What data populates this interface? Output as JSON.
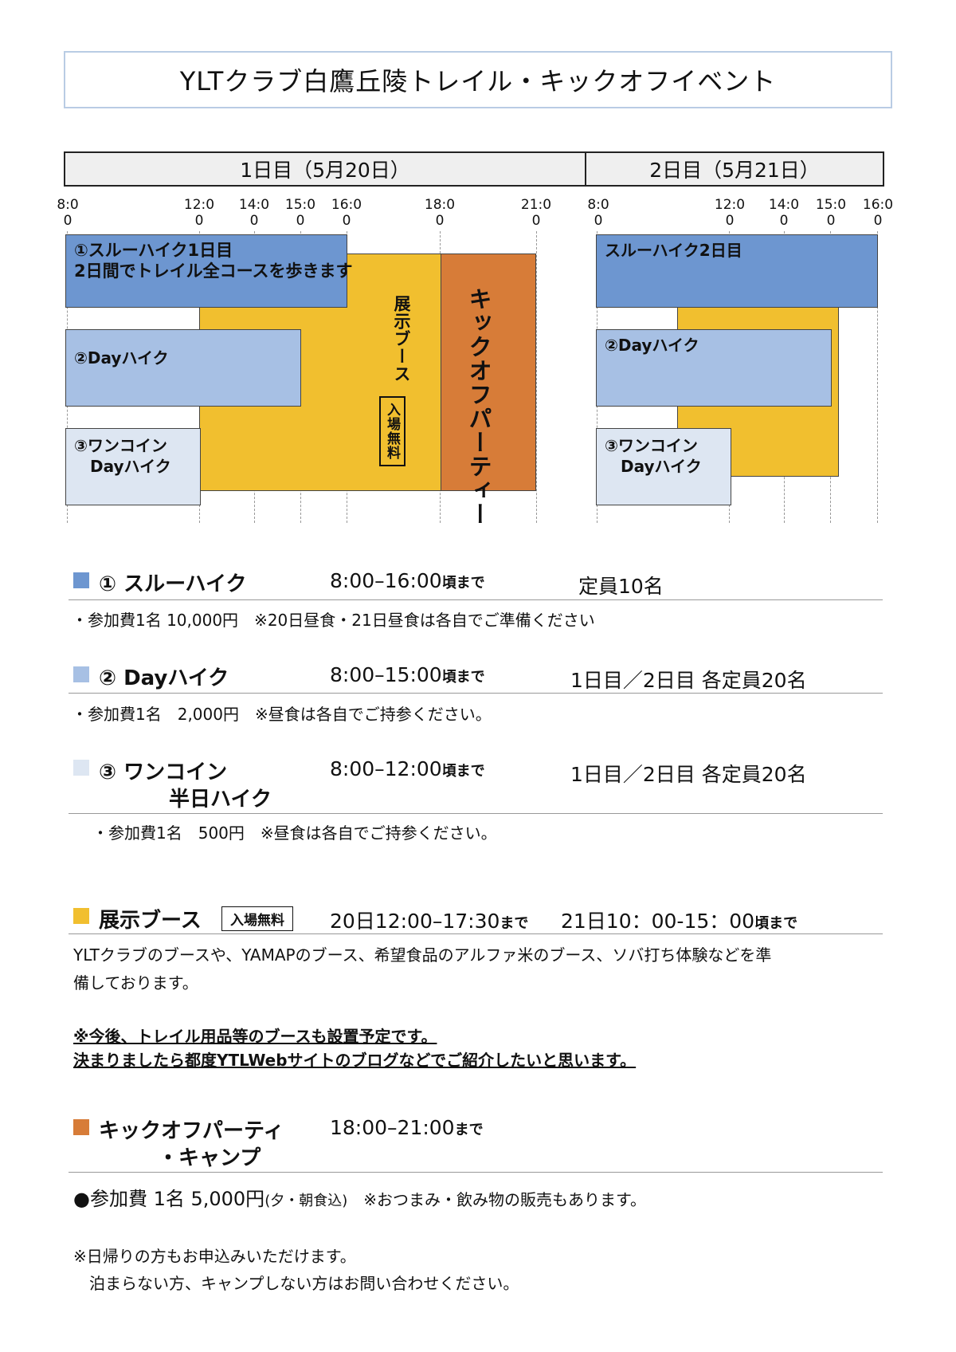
{
  "title": "YLTクラブ白鷹丘陵トレイル・キックオフイベント",
  "schedule": {
    "day1": {
      "header": "1日目（5月20日）",
      "ticks": [
        "8:0\n0",
        "12:0\n0",
        "14:0\n0",
        "15:0\n0",
        "16:0\n0",
        "18:0\n0",
        "21:0\n0"
      ],
      "blocks": {
        "through": "①スルーハイク1日目\n2日間でトレイル全コースを歩きます",
        "day": "②Dayハイク",
        "onecoin": "③ワンコイン\n　Dayハイク",
        "booth": "展示ブース",
        "booth_badge": "入場無料",
        "party": "キックオフパーティー"
      }
    },
    "day2": {
      "header": "2日目（5月21日）",
      "ticks": [
        "8:0\n0",
        "12:0\n0",
        "14:0\n0",
        "15:0\n0",
        "16:0\n0"
      ],
      "blocks": {
        "through": "スルーハイク2日目",
        "day": "②Dayハイク",
        "onecoin": "③ワンコイン\n　Dayハイク"
      }
    },
    "colors": {
      "through": "#6d96d0",
      "day": "#a7c0e4",
      "onecoin": "#dde6f2",
      "booth": "#f1bf2f",
      "party": "#d77c38"
    }
  },
  "sections": {
    "s1": {
      "title": "① スルーハイク",
      "time": "8:00–16:00",
      "time_suffix": "頃まで",
      "cap": "定員10名",
      "note": "・参加費1名 10,000円　※20日昼食・21日昼食は各自でご準備ください"
    },
    "s2": {
      "title": "② Dayハイク",
      "time": "8:00–15:00",
      "time_suffix": "頃まで",
      "cap": "1日目／2日目 各定員20名",
      "note": "・参加費1名　2,000円　※昼食は各自でご持参ください。"
    },
    "s3": {
      "title": "③ ワンコイン",
      "title2": "半日ハイク",
      "time": "8:00–12:00",
      "time_suffix": "頃まで",
      "cap": "1日目／2日目 各定員20名",
      "note": "・参加費1名　500円　※昼食は各自でご持参ください。"
    },
    "booth": {
      "title": "展示ブース",
      "badge": "入場無料",
      "time1": "20日12:00–17:30",
      "time1_suffix": "まで",
      "time2": "21日10：00-15：00",
      "time2_suffix": "頃まで",
      "body1": "YLTクラブのブースや、YAMAPのブース、希望食品のアルファ米のブース、ソバ打ち体験などを準",
      "body2": "備しております。",
      "ul1": "※今後、トレイル用品等のブースも設置予定です。",
      "ul2": "決まりましたら都度YTLWebサイトのブログなどでご紹介したいと思います。"
    },
    "party": {
      "title": "キックオフパーティ",
      "title2": "・キャンプ",
      "time": "18:00–21:00",
      "time_suffix": "まで",
      "fee_a": "●参加費 1名 5,000円",
      "fee_b": "(夕・朝食込)",
      "fee_c": "　※おつまみ・飲み物の販売もあります。",
      "note1": "※日帰りの方もお申込みいただけます。",
      "note2": "　泊まらない方、キャンプしない方はお問い合わせください。"
    }
  }
}
